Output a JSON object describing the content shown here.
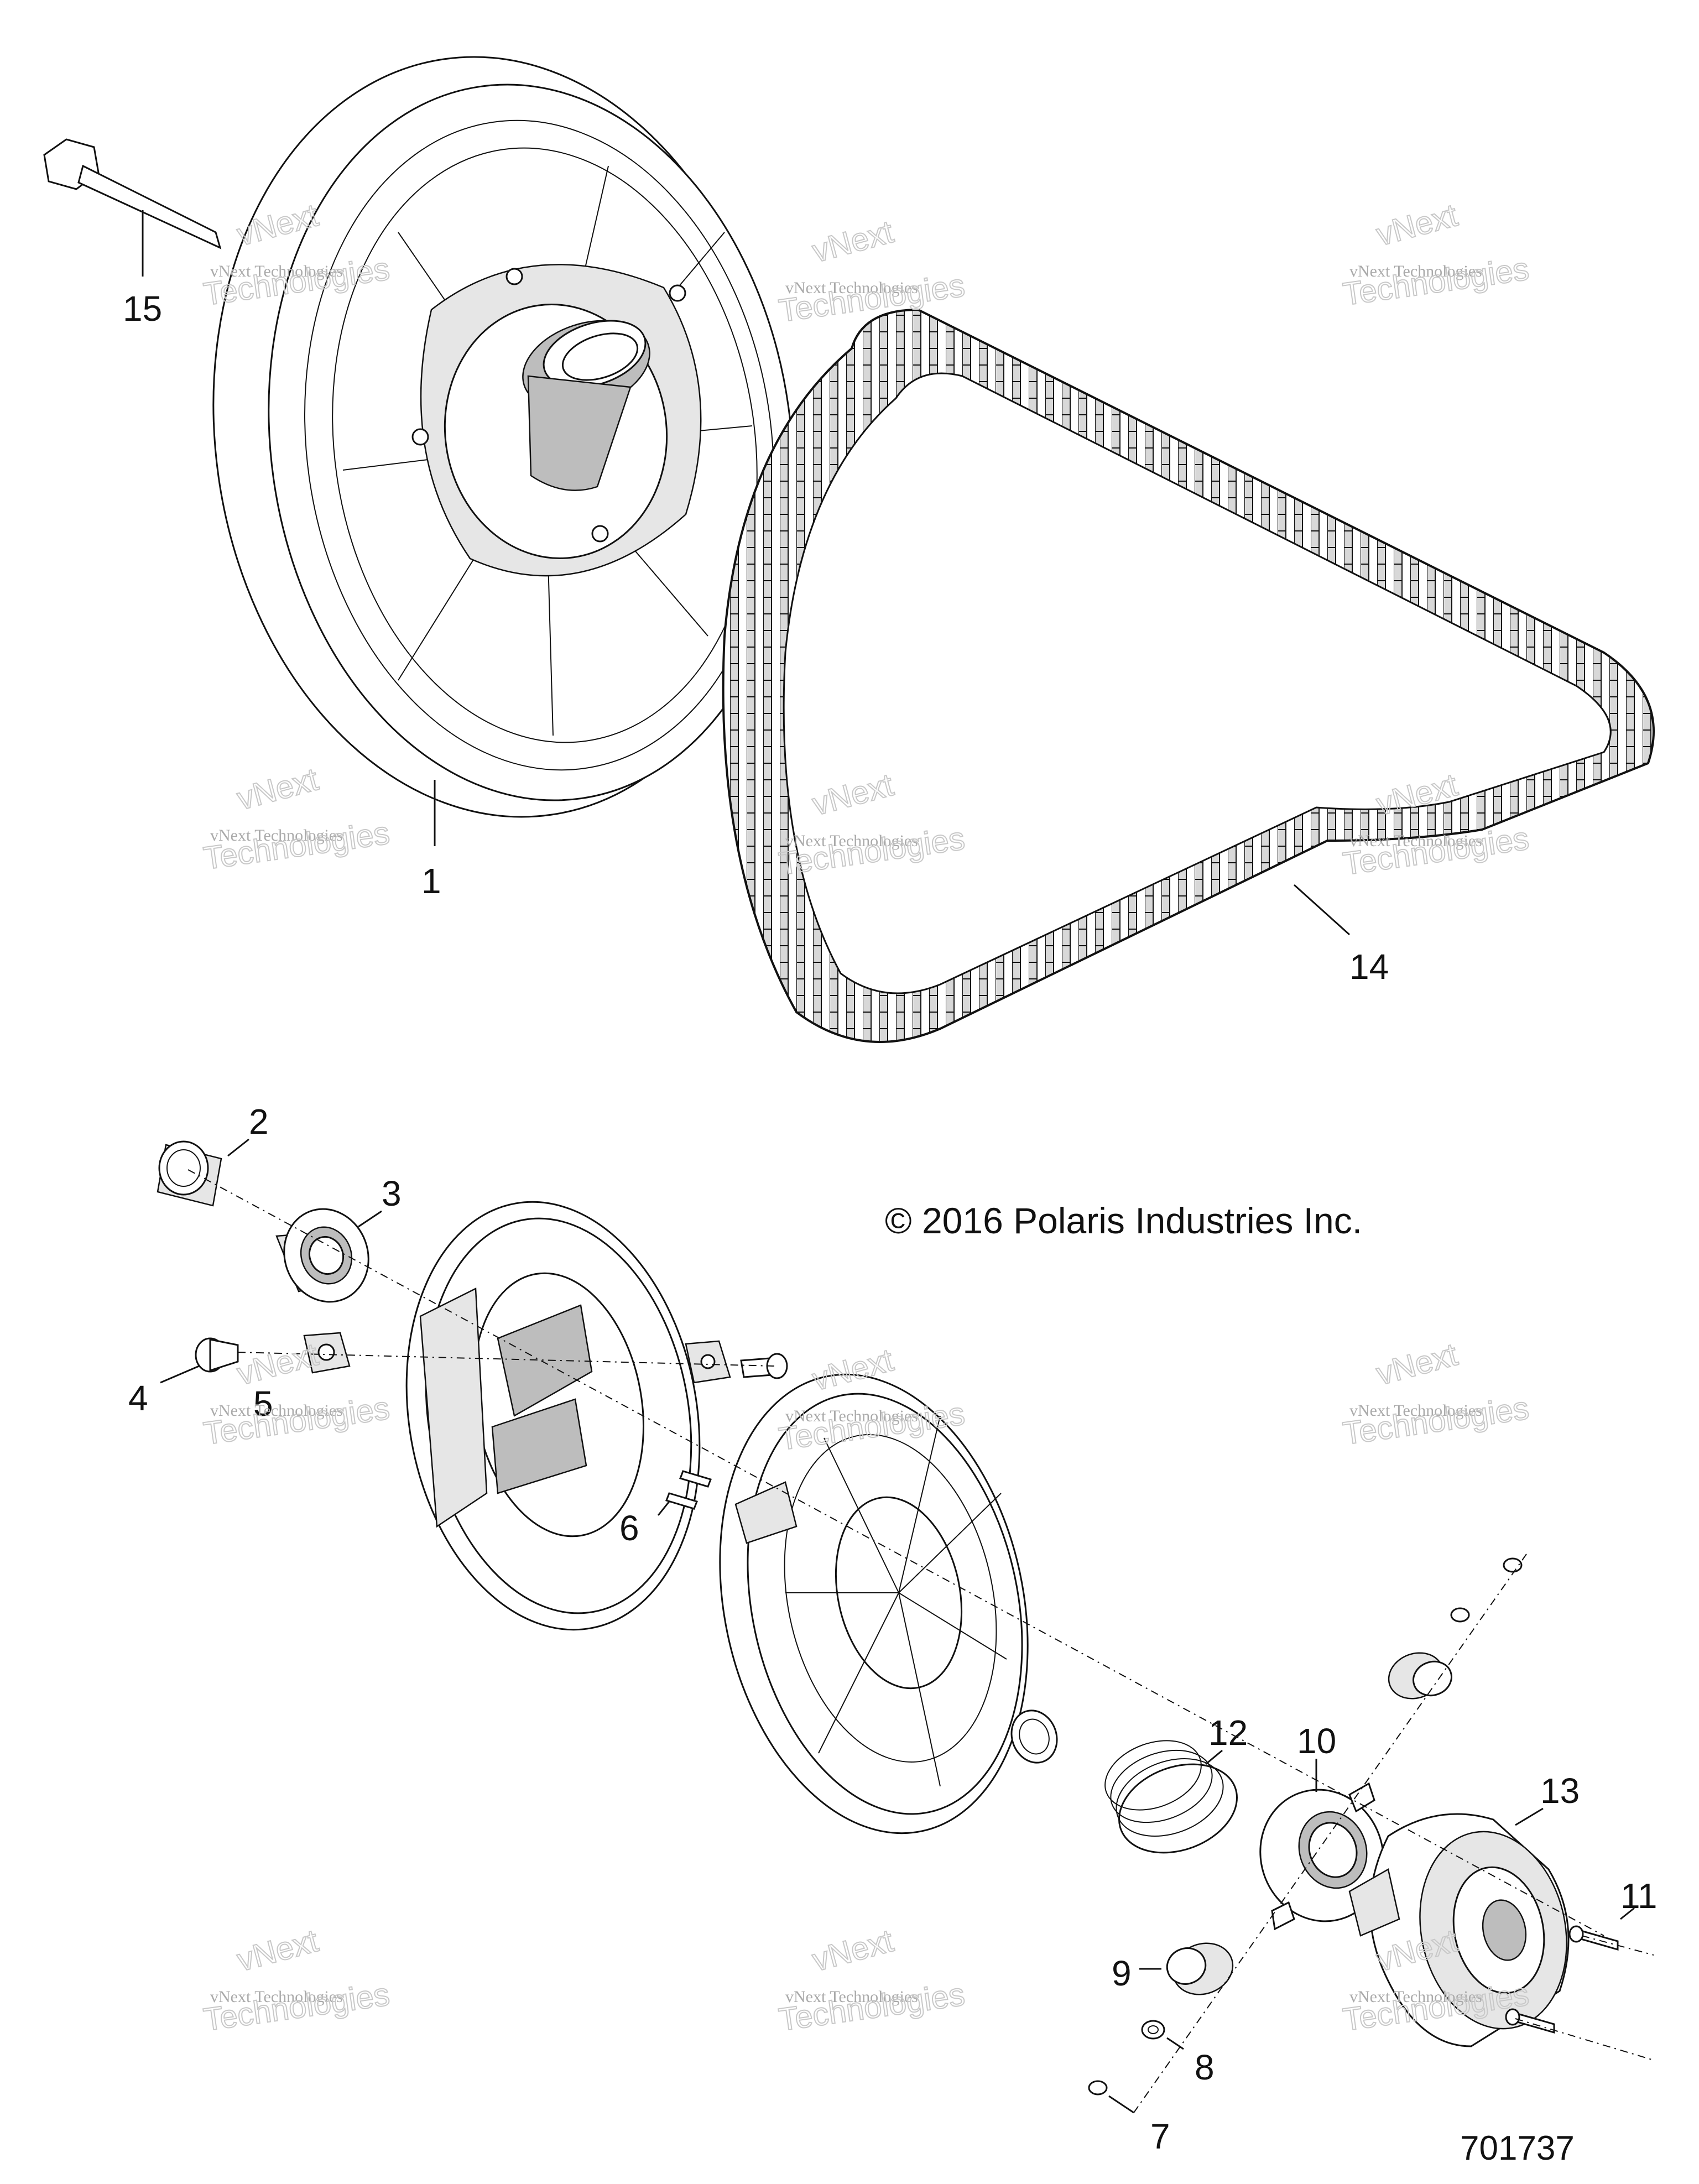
{
  "diagram": {
    "copyright": "© 2016 Polaris Industries Inc.",
    "document_number": "701737",
    "callouts": [
      "1",
      "2",
      "3",
      "4",
      "5",
      "6",
      "7",
      "8",
      "9",
      "10",
      "11",
      "12",
      "13",
      "14",
      "15"
    ],
    "watermark": {
      "line1": "vNext Technologies",
      "line2": "vNext",
      "line3": "Technologies"
    }
  }
}
